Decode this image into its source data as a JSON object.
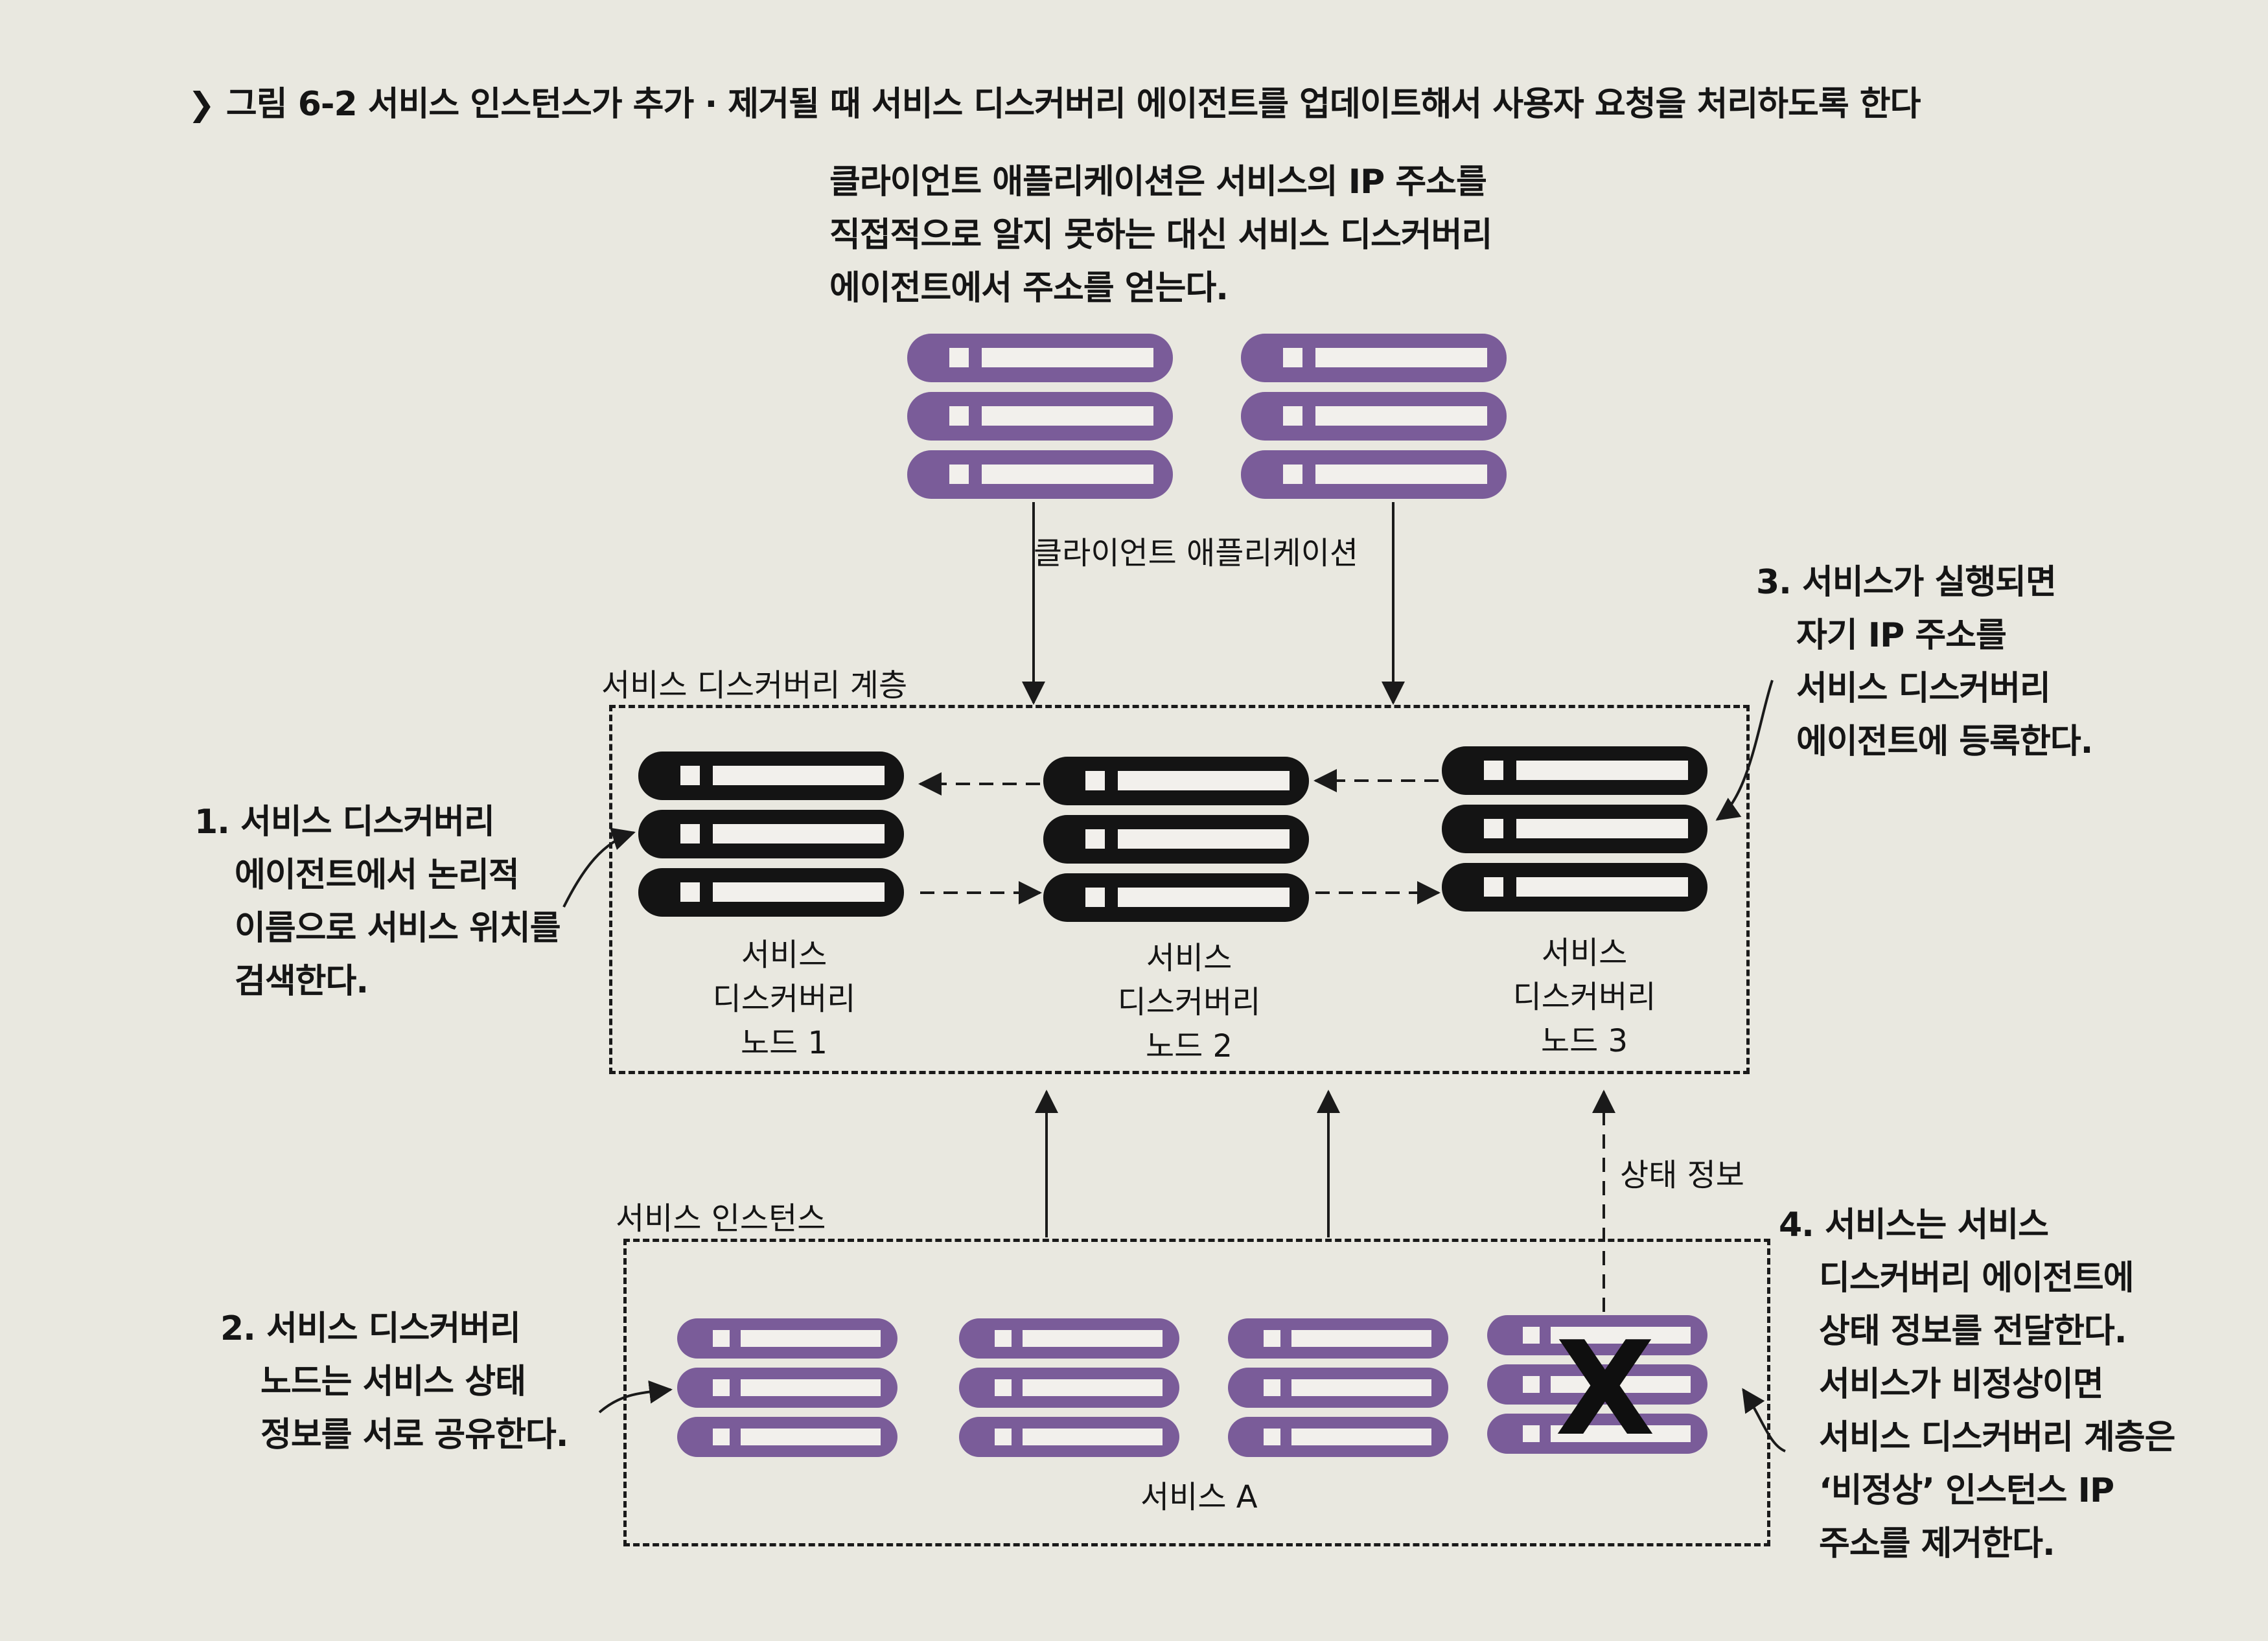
{
  "caption": {
    "icon": "chevron-down-icon",
    "text": "그림 6-2 서비스 인스턴스가 추가 · 제거될 때 서비스 디스커버리 에이전트를 업데이트해서 사용자 요청을 처리하도록 한다"
  },
  "top_note": [
    "클라이언트 애플리케이션은 서비스의 IP 주소를",
    "직접적으로 알지 못하는 대신 서비스 디스커버리",
    "에이전트에서 주소를 얻는다."
  ],
  "client_label": "클라이언트 애플리케이션",
  "discovery_layer_label": "서비스 디스커버리 계층",
  "discovery_nodes": [
    {
      "lines": [
        "서비스",
        "디스커버리",
        "노드 1"
      ]
    },
    {
      "lines": [
        "서비스",
        "디스커버리",
        "노드 2"
      ]
    },
    {
      "lines": [
        "서비스",
        "디스커버리",
        "노드 3"
      ]
    }
  ],
  "instances_label": "서비스 인스턴스",
  "service_label": "서비스 A",
  "health_label": "상태 정보",
  "failed_mark": "X",
  "notes": {
    "step1": [
      "1. 서비스 디스커버리",
      "에이전트에서 논리적",
      "이름으로 서비스 위치를",
      "검색한다."
    ],
    "step2": [
      "2. 서비스 디스커버리",
      "노드는 서비스 상태",
      "정보를 서로 공유한다."
    ],
    "step3": [
      "3. 서비스가 실행되면",
      "자기 IP 주소를",
      "서비스 디스커버리",
      "에이전트에 등록한다."
    ],
    "step4": [
      "4. 서비스는 서비스",
      "디스커버리 에이전트에",
      "상태 정보를 전달한다.",
      "서비스가 비정상이면",
      "서비스 디스커버리 계층은",
      "‘비정상’ 인스턴스 IP",
      "주소를 제거한다."
    ]
  },
  "colors": {
    "server_purple": "#7a5c99",
    "server_black": "#141414",
    "ink": "#151515",
    "paper": "#e9e8e0"
  }
}
